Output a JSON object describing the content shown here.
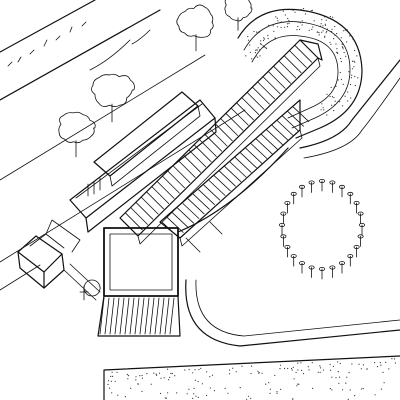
{
  "drawing": {
    "style": "architectural axonometric site plan, black ink line drawing",
    "colors": {
      "ink": "#111111",
      "paper": "#ffffff",
      "stipple": "#333333"
    },
    "elements": [
      "road",
      "tree-line",
      "curved-canopy-platform",
      "long-station-roof",
      "striped-platform-roofs",
      "square-plaza-building",
      "small-entry-building",
      "circular-tree-ring",
      "curved-path",
      "lower-stippled-field"
    ]
  }
}
